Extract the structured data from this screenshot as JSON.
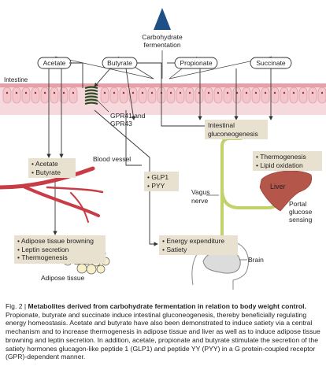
{
  "header": {
    "line1": "Carbohydrate",
    "line2": "fermentation"
  },
  "metabolites": [
    "Acetate",
    "Butyrate",
    "Propionate",
    "Succinate"
  ],
  "labels": {
    "intestine": "Intestine",
    "gpr_line1": "GPR41 and",
    "gpr_line2": "GPR43",
    "blood_vessel": "Blood vessel",
    "vagus_line1": "Vagus",
    "vagus_line2": "nerve",
    "liver": "Liver",
    "brain": "Brain",
    "adipose_tissue": "Adipose tissue",
    "portal_line1": "Portal",
    "portal_line2": "glucose",
    "portal_line3": "sensing"
  },
  "boxes": {
    "gluconeogenesis": [
      "Intestinal",
      "gluconeogenesis"
    ],
    "blood": [
      "Acetate",
      "Butyrate"
    ],
    "hormones": [
      "GLP1",
      "PYY"
    ],
    "liver": [
      "Thermogenesis",
      "Lipid oxidation"
    ],
    "adipose": [
      "Adipose tissue browning",
      "Leptin secretion",
      "Thermogenesis"
    ],
    "brain": [
      "Energy expenditure",
      "Satiety"
    ]
  },
  "caption": {
    "fig": "Fig. 2 | ",
    "title": "Metabolites derived from carbohydrate fermentation in relation to body weight control.",
    "body": " Propionate, butyrate and succinate induce intestinal gluconeogenesis, thereby beneficially regulating energy homeostasis. Acetate and butyrate have also been demonstrated to induce satiety via a central mechanism and to increase thermogenesis in adipose tissue and liver as well as to induce adipose tissue browning and leptin secretion. In addition, acetate, propionate and butyrate stimulate the secretion of the satiety hormones glucagon-like peptide 1 (GLP1) and peptide YY (PYY) in a G protein-coupled receptor (GPR)-dependent manner."
  },
  "colors": {
    "header_triangle": "#1e4f86",
    "intestine": "#e8a0a8",
    "blood_vessel": "#c83c46",
    "nerve": "#c2d16a",
    "liver": "#b4564a",
    "box_bg": "#e9e1d0"
  }
}
